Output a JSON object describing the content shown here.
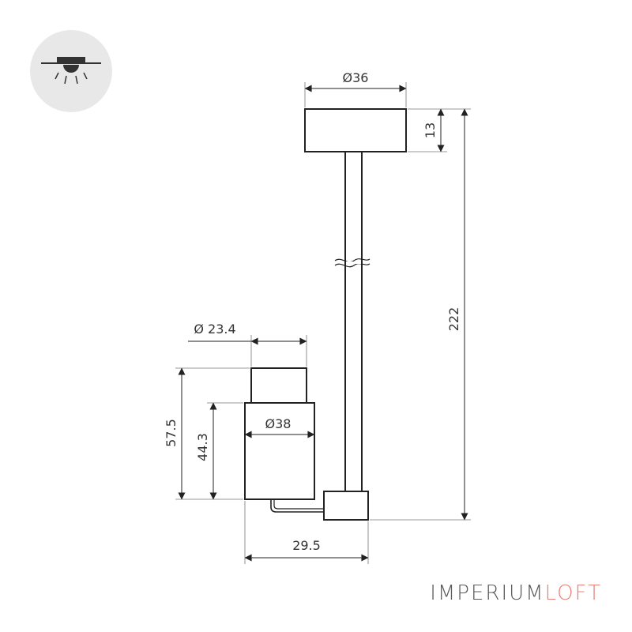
{
  "dimensions": {
    "canopy_diameter": "Ø36",
    "canopy_height": "13",
    "total_height": "222",
    "head_top_diameter": "Ø 23.4",
    "head_diameter": "Ø38",
    "head_height_total": "57.5",
    "head_body_height": "44.3",
    "arm_offset": "29.5"
  },
  "brand": {
    "name_part1": "IMPERIUM",
    "name_part2": "LOFT",
    "accent_color": "#e8837c",
    "text_color": "#5a5a5a"
  },
  "icon": {
    "name": "ceiling-pendant-light-icon"
  }
}
